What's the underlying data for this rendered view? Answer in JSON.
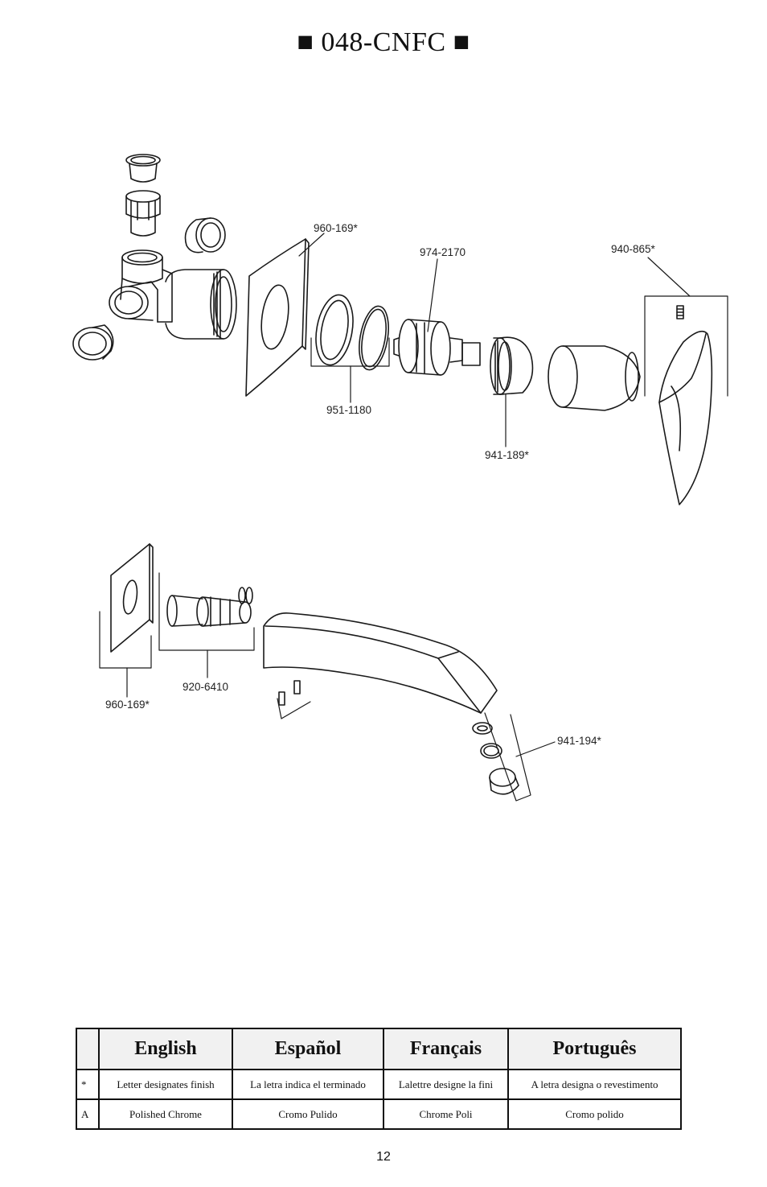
{
  "page_title": "■ 048-CNFC ■",
  "part_labels": {
    "escutcheon_top": "960-169*",
    "cartridge": "974-2170",
    "handle": "940-865*",
    "seals": "951-1180",
    "bonnet_nut": "941-189*",
    "spout_escutcheon": "960-169*",
    "diverter": "920-6410",
    "aerator": "941-194*"
  },
  "legend": {
    "headers": [
      "",
      "English",
      "Español",
      "Français",
      "Português"
    ],
    "rows": [
      [
        "*",
        "Letter designates finish",
        "La letra indica el terminado",
        "Lalettre designe la fini",
        "A letra designa o revestimento"
      ],
      [
        "A",
        "Polished Chrome",
        "Cromo Pulido",
        "Chrome Poli",
        "Cromo polido"
      ]
    ]
  },
  "page_number": "12"
}
